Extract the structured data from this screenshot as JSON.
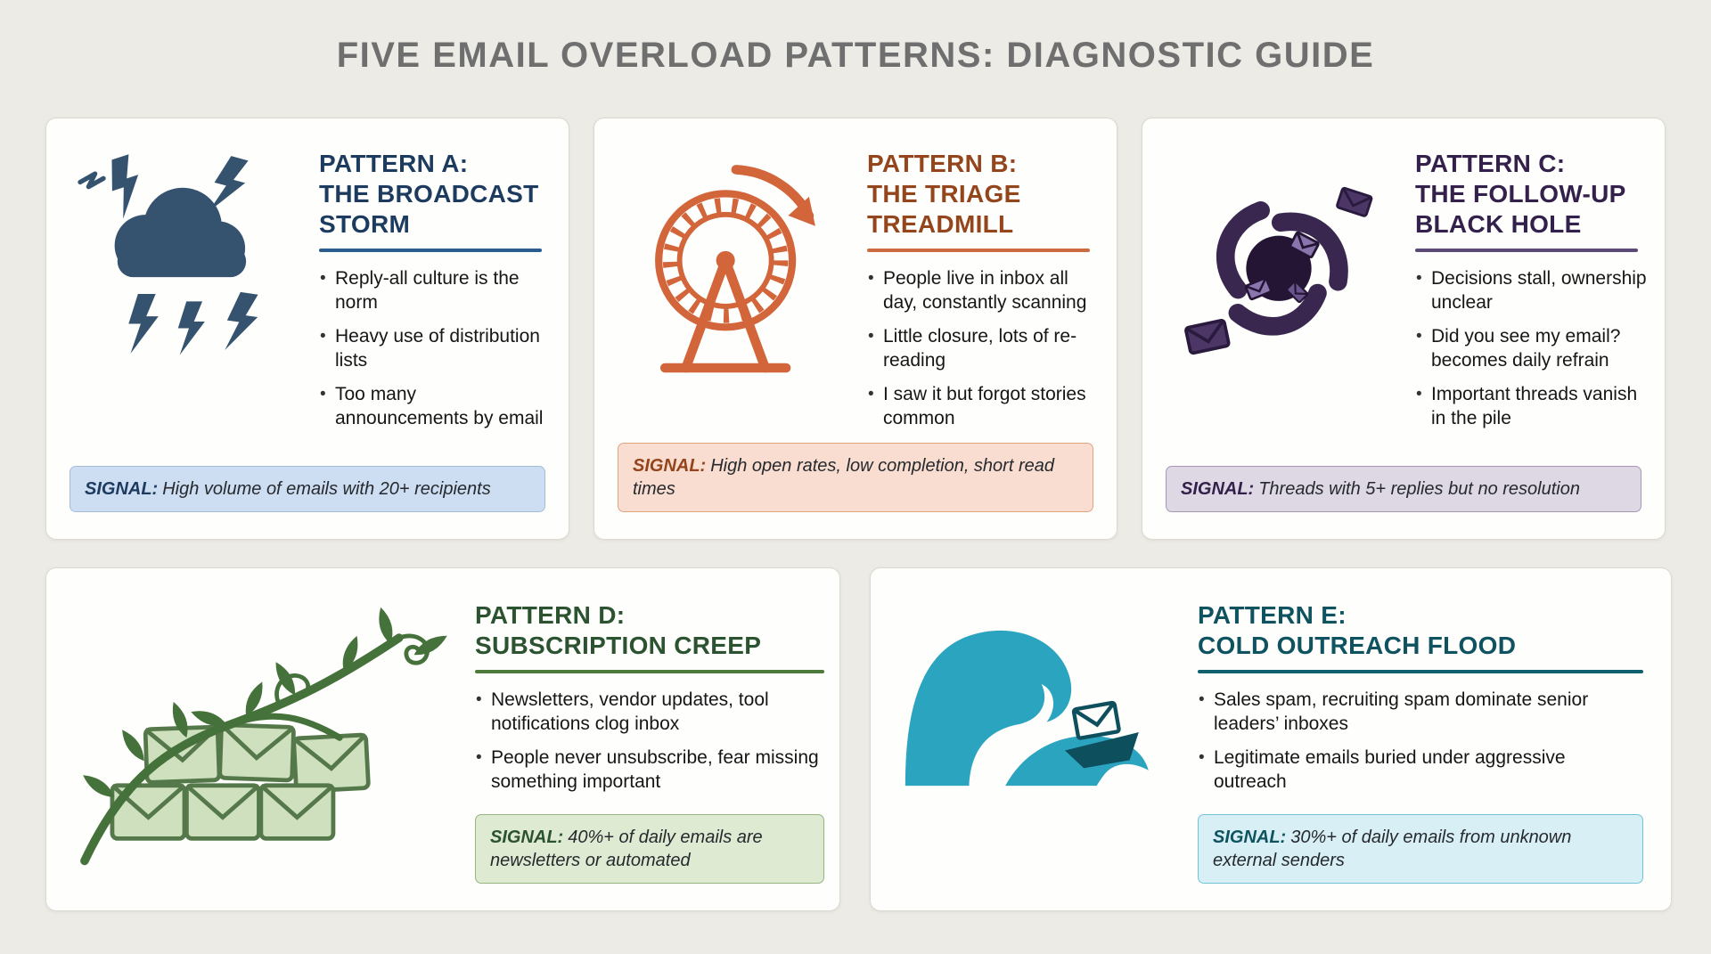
{
  "page": {
    "title": "FIVE EMAIL OVERLOAD PATTERNS: DIAGNOSTIC GUIDE",
    "background_color": "#edebe5",
    "title_color": "#6f6f6f"
  },
  "cards": [
    {
      "pattern_id": "A",
      "icon": "storm-cloud-lightning-icon",
      "title_lines": [
        "PATTERN A:",
        "THE BROADCAST",
        "STORM"
      ],
      "accent_color": "#1d3b5e",
      "underline_color": "#2a5c8e",
      "signal_bg": "#cdddf2",
      "bullets": [
        "Reply-all culture is the norm",
        "Heavy use of distribution lists",
        "Too many announcements by email"
      ],
      "signal_label": "SIGNAL:",
      "signal_text": "High volume of emails with 20+ recipients"
    },
    {
      "pattern_id": "B",
      "icon": "hamster-wheel-icon",
      "title_lines": [
        "PATTERN B:",
        "THE TRIAGE",
        "TREADMILL"
      ],
      "accent_color": "#94451c",
      "underline_color": "#cd6a3f",
      "signal_bg": "#f8ddd0",
      "bullets": [
        "People live in inbox all day, constantly scanning",
        "Little closure, lots of re-reading",
        "I saw it but forgot stories common"
      ],
      "signal_label": "SIGNAL:",
      "signal_text": "High open rates, low completion, short read times"
    },
    {
      "pattern_id": "C",
      "icon": "black-hole-icon",
      "title_lines": [
        "PATTERN C:",
        "THE FOLLOW-UP",
        "BLACK HOLE"
      ],
      "accent_color": "#33214b",
      "underline_color": "#5b4a78",
      "signal_bg": "#ded8e5",
      "bullets": [
        "Decisions stall, ownership unclear",
        "Did you see my email? becomes daily refrain",
        "Important threads vanish in the pile"
      ],
      "signal_label": "SIGNAL:",
      "signal_text": "Threads with 5+ replies but no resolution"
    },
    {
      "pattern_id": "D",
      "icon": "vine-envelopes-icon",
      "title_lines": [
        "PATTERN D:",
        "SUBSCRIPTION CREEP"
      ],
      "accent_color": "#2c5330",
      "underline_color": "#4e7a3b",
      "signal_bg": "#dfead3",
      "bullets": [
        "Newsletters, vendor updates, tool notifications clog inbox",
        "People never unsubscribe, fear missing something important"
      ],
      "signal_label": "SIGNAL:",
      "signal_text": "40%+ of daily emails are newsletters or automated"
    },
    {
      "pattern_id": "E",
      "icon": "wave-boat-icon",
      "title_lines": [
        "PATTERN E:",
        "COLD OUTREACH FLOOD"
      ],
      "accent_color": "#0e535f",
      "underline_color": "#11606e",
      "signal_bg": "#d8f0f5",
      "bullets": [
        "Sales spam, recruiting spam dominate senior leaders’ inboxes",
        "Legitimate emails buried under aggressive outreach"
      ],
      "signal_label": "SIGNAL:",
      "signal_text": "30%+ of daily emails from unknown external senders"
    }
  ]
}
